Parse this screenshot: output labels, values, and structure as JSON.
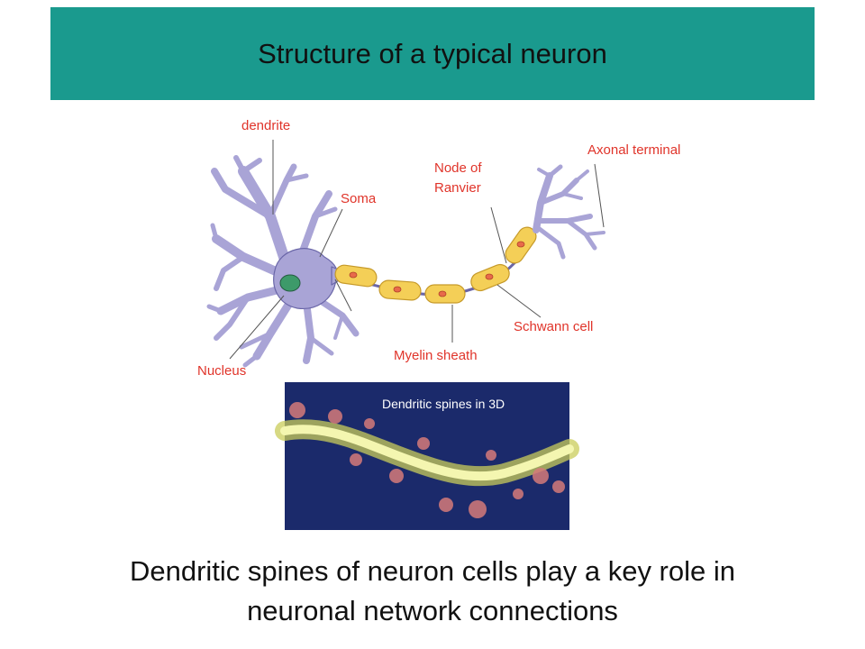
{
  "title": "Structure of a typical neuron",
  "labels": {
    "dendrite": "dendrite",
    "soma": "Soma",
    "node_line1": "Node of",
    "node_line2": "Ranvier",
    "axonal_terminal": "Axonal terminal",
    "schwann_cell": "Schwann cell",
    "myelin_sheath": "Myelin sheath",
    "nucleus": "Nucleus"
  },
  "photo_caption": "Dendritic spines in 3D",
  "caption_line1": "Dendritic spines of neuron cells play a key role in",
  "caption_line2": "neuronal network connections",
  "colors": {
    "header": "#1a9a8e",
    "label": "#e0342a",
    "neuron_body": "#a9a4d6",
    "nucleus": "#3d9a6a",
    "myelin": "#f4cf57",
    "photo_bg": "#1b2a6b"
  }
}
